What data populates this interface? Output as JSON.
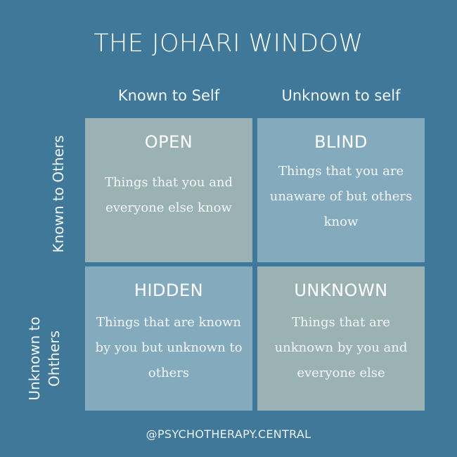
{
  "title": "THE JOHARI WINDOW",
  "columns": [
    {
      "label": "Known to Self"
    },
    {
      "label": "Unknown to self"
    }
  ],
  "rows": [
    {
      "label": "Known to Others"
    },
    {
      "label": "Unknown to Ohthers"
    }
  ],
  "quadrants": {
    "open": {
      "title": "OPEN",
      "description": "Things that you and everyone else know",
      "color": "#9bb2b5"
    },
    "blind": {
      "title": "BLIND",
      "description": "Things that you are unaware of but others know",
      "color": "#84abbd"
    },
    "hidden": {
      "title": "HIDDEN",
      "description": "Things that are known by you but unknown to others",
      "color": "#84abbd"
    },
    "unknown": {
      "title": "UNKNOWN",
      "description": "Things that are unknown by you and everyone else",
      "color": "#9bb2b5"
    }
  },
  "footer": "@PSYCHOTHERAPY.CENTRAL",
  "colors": {
    "background": "#3f7898",
    "text": "#ffffff"
  }
}
